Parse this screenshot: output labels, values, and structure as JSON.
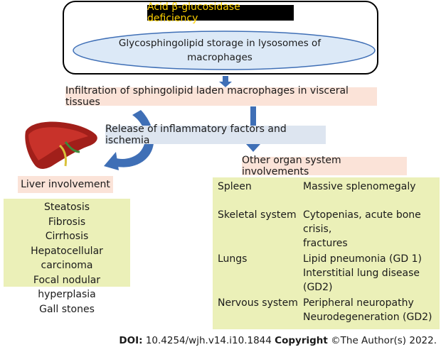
{
  "top": {
    "deficiency": "Acid β-glucosidase deficiency",
    "storage_line1": "Glycosphingolipid storage in lysosomes of",
    "storage_line2": "macrophages"
  },
  "infiltration": "Infiltration of sphingolipid laden macrophages  in visceral tissues",
  "release": "Release of inflammatory factors and ischemia",
  "liver": {
    "title": "Liver involvement",
    "items": [
      "Steatosis",
      "Fibrosis",
      "Cirrhosis",
      "Hepatocellular carcinoma",
      "Focal nodular hyperplasia",
      "Gall stones"
    ]
  },
  "other": {
    "title": "Other organ system involvements",
    "rows": [
      {
        "organ": "Spleen",
        "findings": [
          "Massive splenomegaly"
        ]
      },
      {
        "organ": "Skeletal system",
        "findings": [
          "Cytopenias, acute bone crisis,",
          "fractures"
        ]
      },
      {
        "organ": "Lungs",
        "findings": [
          "Lipid pneumonia (GD 1)",
          "Interstitial lung disease (GD2)"
        ]
      },
      {
        "organ": "Nervous system",
        "findings": [
          "Peripheral neuropathy",
          "Neurodegeneration (GD2)"
        ]
      }
    ]
  },
  "footer": {
    "doi_label": "DOI:",
    "doi_value": "10.4254/wjh.v14.i10.1844",
    "copyright_label": "Copyright",
    "copyright_text": "©The Author(s) 2022."
  },
  "colors": {
    "arrow": "#3f6fb6",
    "peach": "#fbe3d8",
    "lightblue": "#dde5f0",
    "yellowgreen": "#ebf0b8",
    "ellipse_fill": "#dce9f7",
    "ellipse_stroke": "#3f6fb6",
    "deficiency_text": "#ffd200"
  },
  "icons": [
    "liver-icon"
  ]
}
